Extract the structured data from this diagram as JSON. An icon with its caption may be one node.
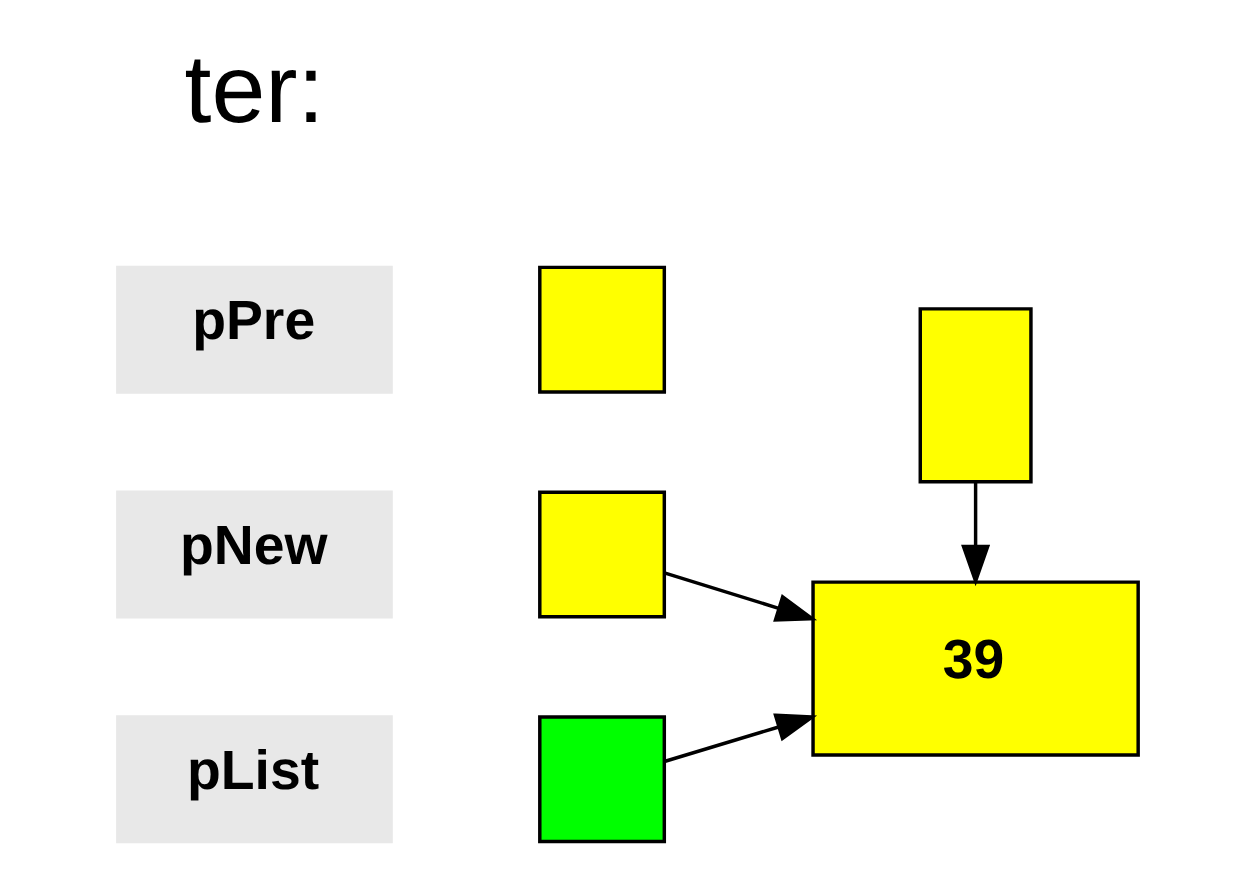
{
  "diagram": {
    "nodes": [
      {
        "text": [
          "pNew"
        ]
      },
      {
        "text": [],
        "shape": "box"
      },
      {
        "text": [
          "pList"
        ]
      },
      {
        "text": [],
        "shape": "box"
      },
      {
        "text": [
          "pPre"
        ]
      },
      {
        "text": [],
        "shape": "box"
      },
      {
        "text": [
          "39"
        ]
      },
      {
        "text": [],
        "shape": "box"
      }
    ],
    "edges": [
      {
        "from": 1,
        "to": 6,
        "arrow": "to"
      },
      {
        "from": 3,
        "to": 6,
        "arrow": "to"
      },
      {
        "from": 7,
        "to": 6,
        "arrow": "to"
      }
    ],
    "labels": [
      "ter:"
    ]
  }
}
